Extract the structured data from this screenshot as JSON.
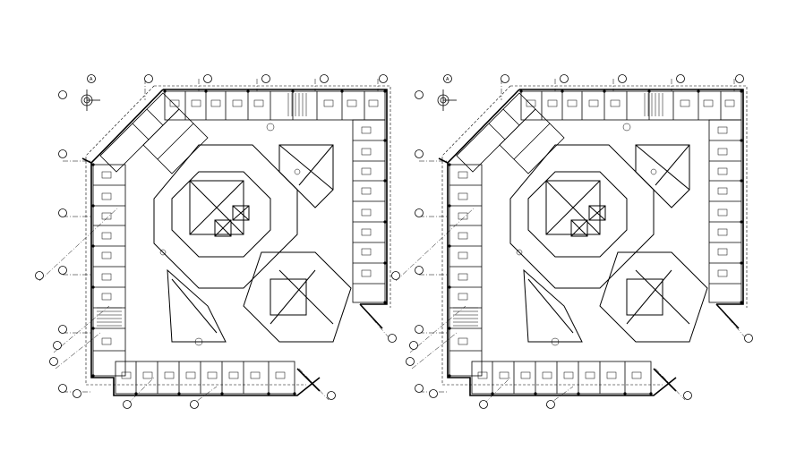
{
  "drawing": {
    "plans": [
      {
        "name": "floor-plan-left",
        "grid_marker": "A",
        "north_marker": "⊕"
      },
      {
        "name": "floor-plan-right",
        "grid_marker": "A",
        "north_marker": "⊕"
      }
    ],
    "grid_bubble_label": "A",
    "colors": {
      "line": "#000000",
      "background": "#ffffff"
    }
  }
}
